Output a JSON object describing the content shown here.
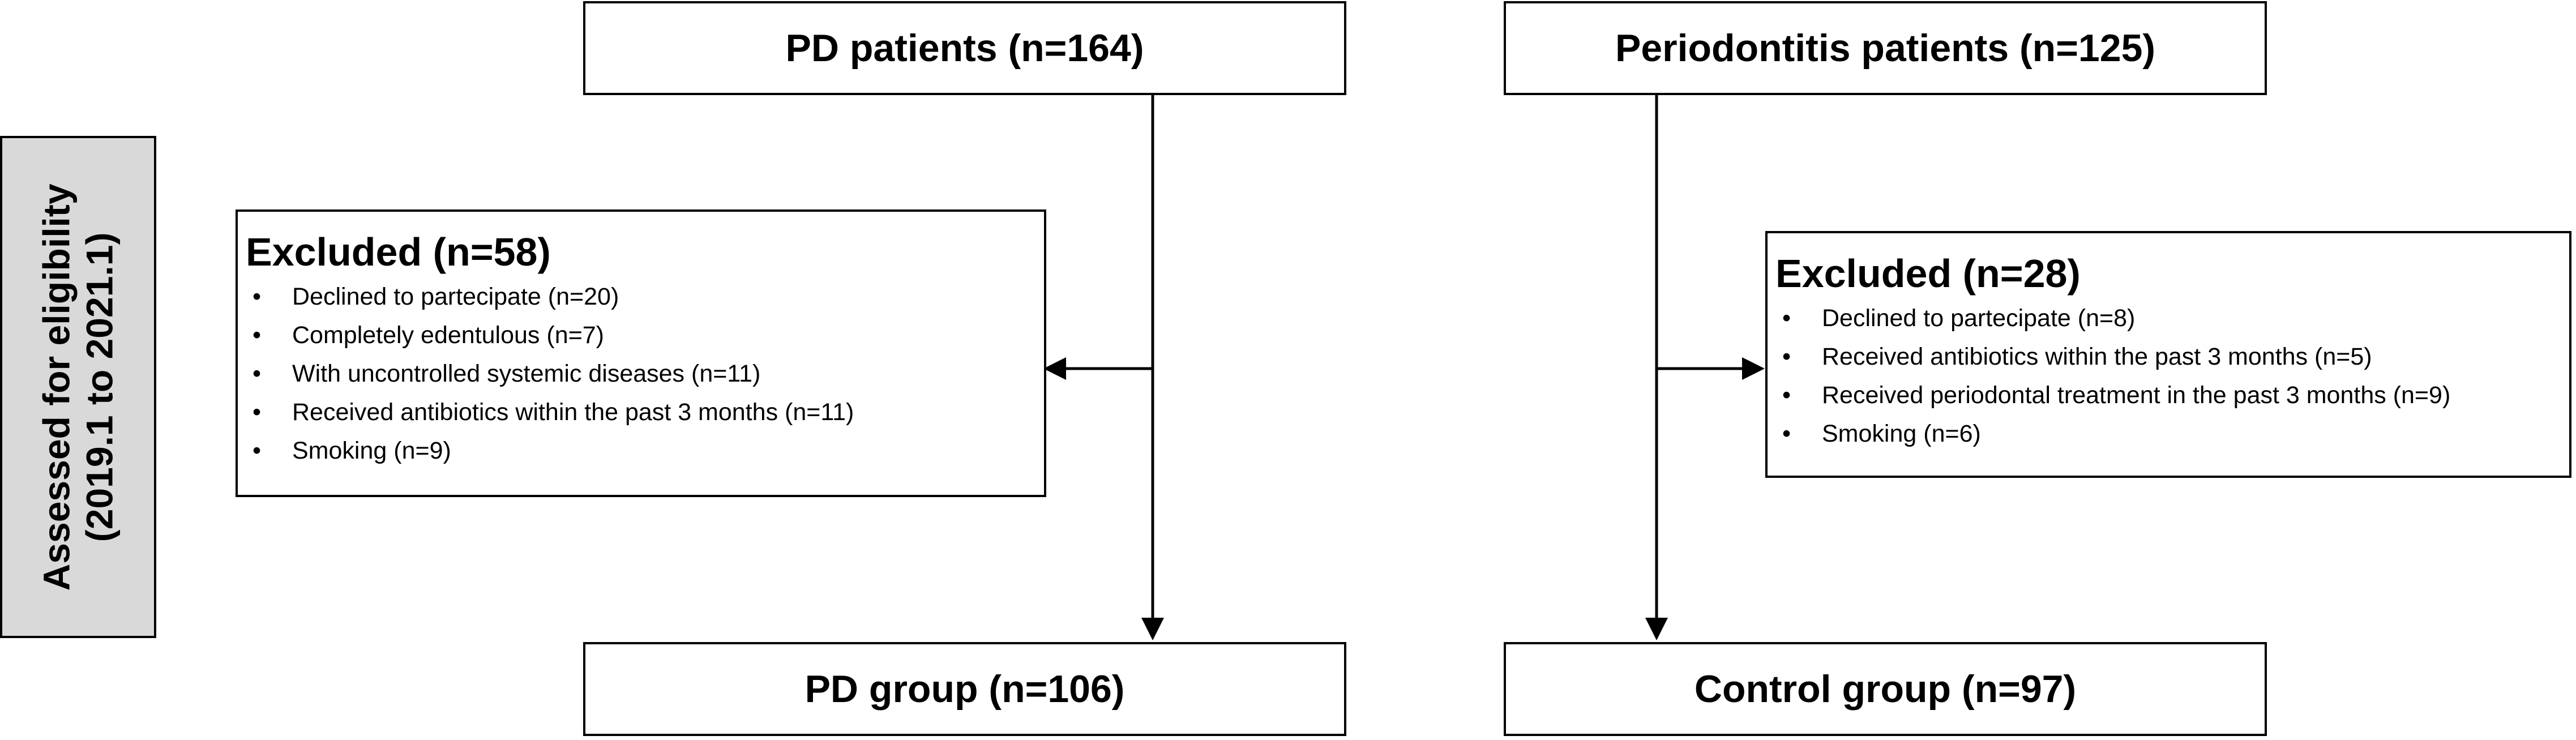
{
  "side_label": {
    "line1": "Assessed for eligibility",
    "line2": "(2019.1 to 2021.1)"
  },
  "left_column": {
    "top_box": "PD patients (n=164)",
    "excluded_title": "Excluded (n=58)",
    "excluded_items": [
      "Declined to partecipate (n=20)",
      "Completely edentulous  (n=7)",
      "With uncontrolled systemic diseases (n=11)",
      "Received antibiotics within the past 3 months (n=11)",
      "Smoking (n=9)"
    ],
    "bottom_box": "PD group (n=106)"
  },
  "right_column": {
    "top_box": "Periodontitis patients  (n=125)",
    "excluded_title": "Excluded (n=28)",
    "excluded_items": [
      "Declined to partecipate (n=8)",
      "Received antibiotics within the past 3 months (n=5)",
      "Received periodontal treatment in the past 3 months (n=9)",
      "Smoking (n=6)"
    ],
    "bottom_box": "Control group (n=97)"
  },
  "colors": {
    "side_box_fill": "#d9d9d9",
    "line": "#000000"
  }
}
